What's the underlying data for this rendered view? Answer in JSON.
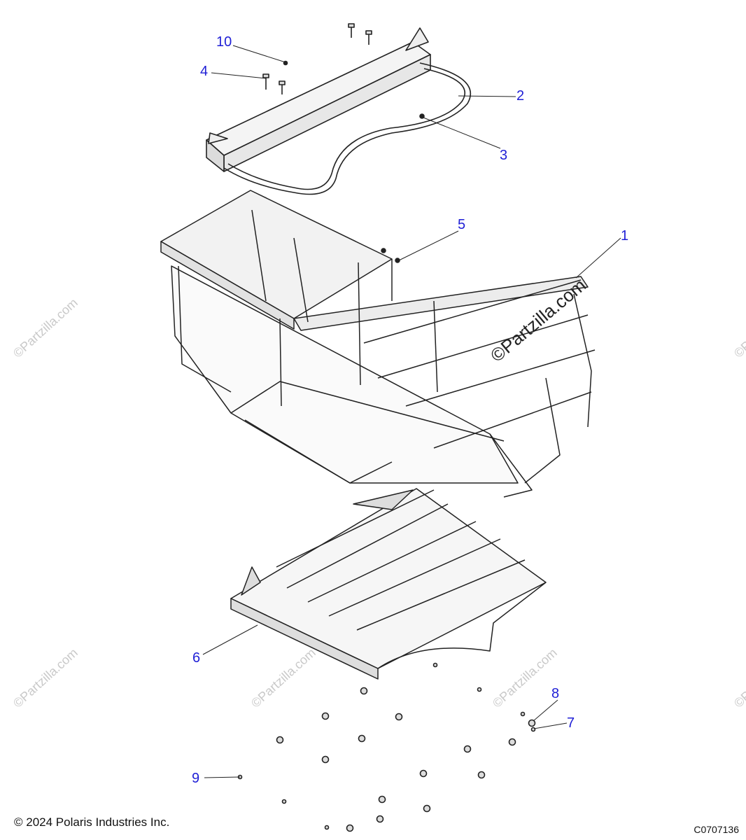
{
  "callouts": [
    {
      "id": "1",
      "label": "1"
    },
    {
      "id": "2",
      "label": "2"
    },
    {
      "id": "3",
      "label": "3"
    },
    {
      "id": "4",
      "label": "4"
    },
    {
      "id": "5",
      "label": "5"
    },
    {
      "id": "6",
      "label": "6"
    },
    {
      "id": "7",
      "label": "7"
    },
    {
      "id": "8",
      "label": "8"
    },
    {
      "id": "9",
      "label": "9"
    },
    {
      "id": "10",
      "label": "10"
    }
  ],
  "footer": {
    "copyright": "© 2024 Polaris Industries Inc.",
    "diagram_code": "C0707136"
  },
  "watermark": {
    "text": "©Partzilla.com"
  },
  "colors": {
    "callout": "#1f1fd6",
    "line": "#222222",
    "watermark": "#c9c9c9"
  }
}
